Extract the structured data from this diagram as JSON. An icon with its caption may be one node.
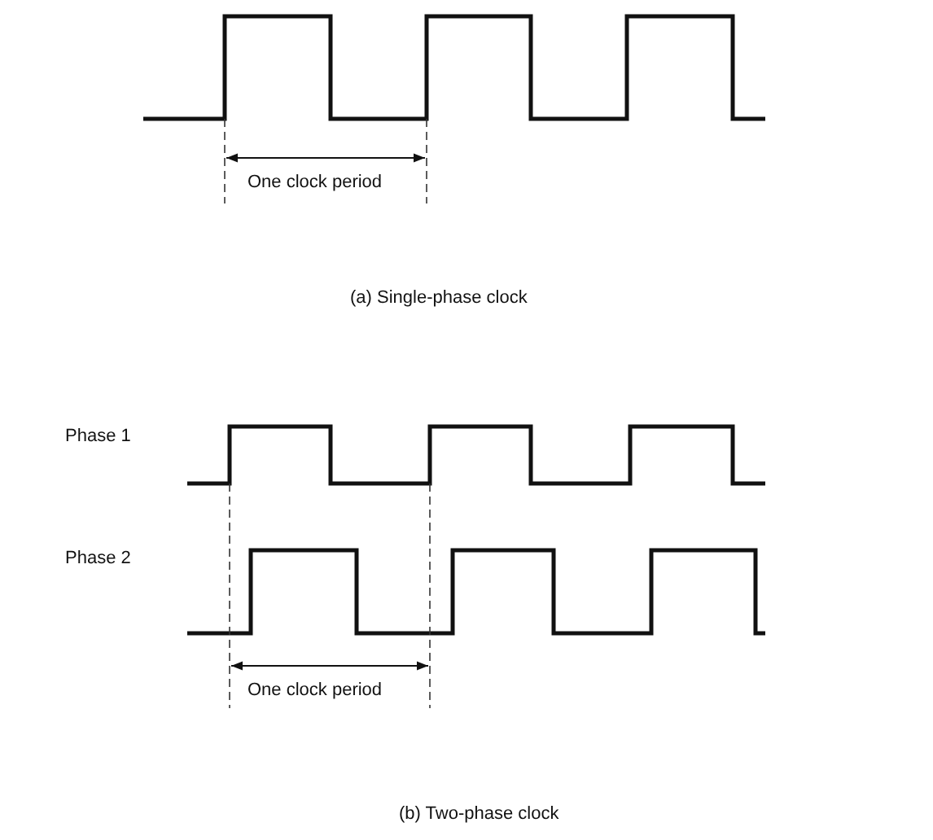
{
  "diagram": {
    "labels": [
      "One clock period",
      "(a) Single-phase clock",
      "Phase 1",
      "Phase 2",
      "One clock period",
      "(b) Two-phase clock"
    ]
  }
}
